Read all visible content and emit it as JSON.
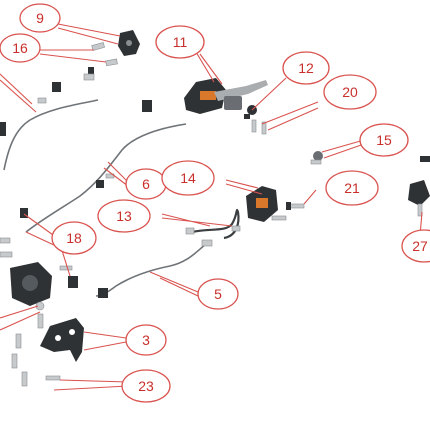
{
  "diagram": {
    "callouts": [
      {
        "id": "callout-9",
        "label": "9"
      },
      {
        "id": "callout-16",
        "label": "16"
      },
      {
        "id": "callout-11",
        "label": "11"
      },
      {
        "id": "callout-12",
        "label": "12"
      },
      {
        "id": "callout-20",
        "label": "20"
      },
      {
        "id": "callout-15",
        "label": "15"
      },
      {
        "id": "callout-6",
        "label": "6"
      },
      {
        "id": "callout-14",
        "label": "14"
      },
      {
        "id": "callout-21",
        "label": "21"
      },
      {
        "id": "callout-13",
        "label": "13"
      },
      {
        "id": "callout-18",
        "label": "18"
      },
      {
        "id": "callout-5",
        "label": "5"
      },
      {
        "id": "callout-27",
        "label": "27"
      },
      {
        "id": "callout-3",
        "label": "3"
      },
      {
        "id": "callout-23",
        "label": "23"
      }
    ],
    "colors": {
      "callout_stroke": "#d9534f",
      "callout_text": "#c9302c",
      "part_dark": "#2f3234",
      "accent_orange": "#d9772b"
    }
  }
}
